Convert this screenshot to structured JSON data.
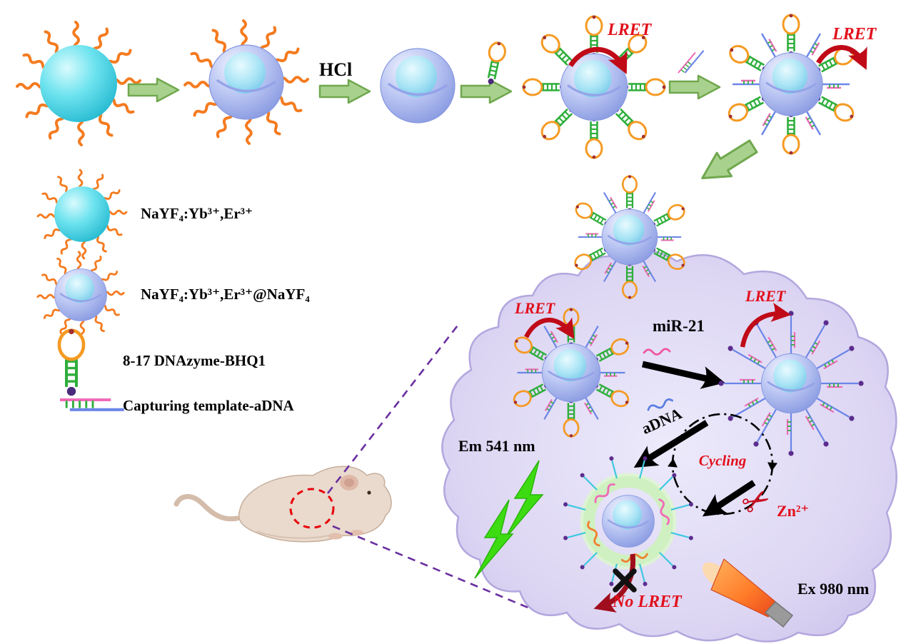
{
  "scheme": {
    "hcl": "HCl",
    "lret": "LRET"
  },
  "legend": {
    "items": [
      {
        "label": "NaYF₄:Yb³⁺,Er³⁺"
      },
      {
        "label": "NaYF₄:Yb³⁺,Er³⁺@NaYF₄"
      },
      {
        "label": "8-17 DNAzyme-BHQ1"
      },
      {
        "label": "Capturing template-aDNA"
      }
    ]
  },
  "cell": {
    "lret": "LRET",
    "no_lret": "No LRET",
    "mir21": "miR-21",
    "adna": "aDNA",
    "cycling": "Cycling",
    "zn": "Zn²⁺",
    "em": "Em 541 nm",
    "ex": "Ex 980 nm"
  },
  "icons": {
    "scissors": "✂"
  },
  "colors": {
    "lret_red": "#e2101c",
    "ligand_orange": "#f47b20",
    "arrow_green": "#a9d18e",
    "cell_lavender": "#ddd6f3",
    "emission_green": "#3ddc12",
    "laser_orange": "#ff7d2a",
    "shell_blue": "#b9c4f2",
    "core_cyan": "#6ee3ef"
  }
}
